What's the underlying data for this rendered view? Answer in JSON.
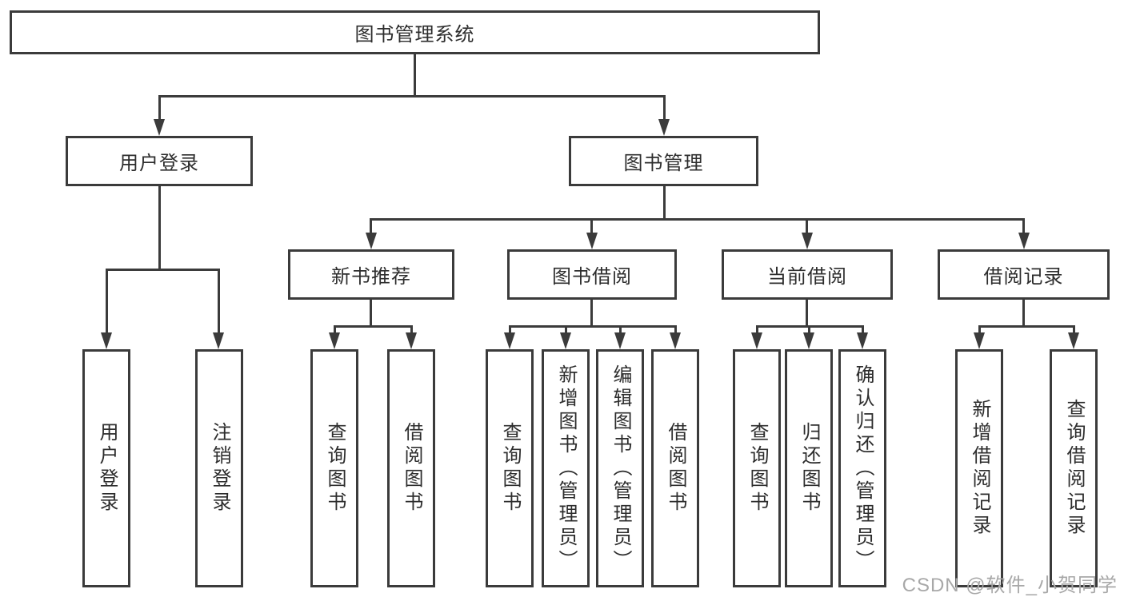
{
  "diagram_type": "hierarchy-tree",
  "watermark": "CSDN @软件_小贺同学",
  "colors": {
    "background": "#ffffff",
    "box_border": "#3b3b3b",
    "connector_line": "#3b3b3b",
    "label_text": "#2d2d2d",
    "watermark_text": "#a8a8a8"
  },
  "tree": {
    "label": "图书管理系统",
    "children": [
      {
        "label": "用户登录",
        "children": [
          {
            "label": "用户登录"
          },
          {
            "label": "注销登录"
          }
        ]
      },
      {
        "label": "图书管理",
        "children": [
          {
            "label": "新书推荐",
            "children": [
              {
                "label": "查询图书"
              },
              {
                "label": "借阅图书"
              }
            ]
          },
          {
            "label": "图书借阅",
            "children": [
              {
                "label": "查询图书"
              },
              {
                "label": "新增图书（管理员）"
              },
              {
                "label": "编辑图书（管理员）"
              },
              {
                "label": "借阅图书"
              }
            ]
          },
          {
            "label": "当前借阅",
            "children": [
              {
                "label": "查询图书"
              },
              {
                "label": "归还图书"
              },
              {
                "label": "确认归还（管理员）"
              }
            ]
          },
          {
            "label": "借阅记录",
            "children": [
              {
                "label": "新增借阅记录"
              },
              {
                "label": "查询借阅记录"
              }
            ]
          }
        ]
      }
    ]
  }
}
